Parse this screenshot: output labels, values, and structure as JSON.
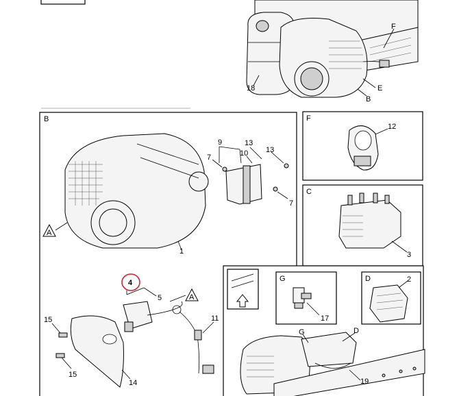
{
  "panels": {
    "b": "B",
    "c": "C",
    "d": "D",
    "f": "F",
    "g": "G"
  },
  "overview": {
    "callout_18": "18",
    "callout_f": "F",
    "callout_e": "E",
    "callout_b": "B"
  },
  "panel_b": {
    "callout_1": "1",
    "callout_4": "4",
    "callout_5": "5",
    "callout_7a": "7",
    "callout_7b": "7",
    "callout_9": "9",
    "callout_10": "10",
    "callout_11": "11",
    "callout_13a": "13",
    "callout_13b": "13",
    "callout_14": "14",
    "callout_15a": "15",
    "callout_15b": "15",
    "view_a1": "A",
    "view_a2": "A"
  },
  "panel_f": {
    "callout_12": "12"
  },
  "panel_c": {
    "callout_3": "3"
  },
  "panel_g": {
    "callout_17": "17"
  },
  "panel_d": {
    "callout_2": "2"
  },
  "bottom_view": {
    "callout_g": "G",
    "callout_d": "D",
    "callout_19": "19"
  },
  "highlight_color": "#d9232e"
}
